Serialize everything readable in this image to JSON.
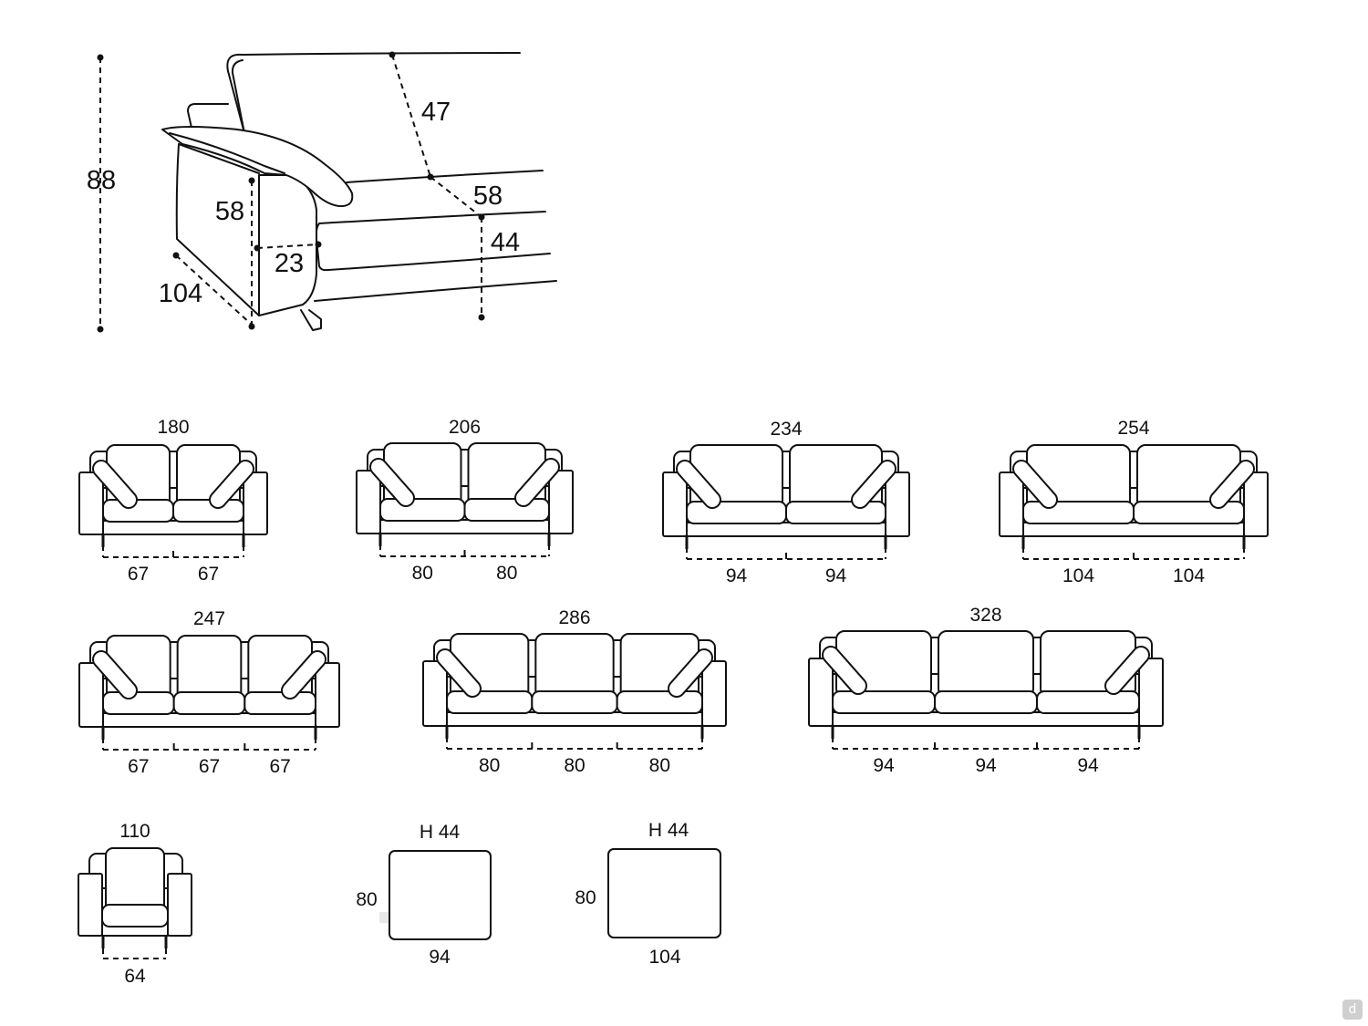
{
  "perspective_view": {
    "total_height": "88",
    "back_height": "47",
    "seat_depth": "58",
    "seat_height": "44",
    "arm_height": "58",
    "arm_width": "23",
    "depth": "104"
  },
  "sofas": [
    {
      "width": "180",
      "seat_widths": [
        "67",
        "67"
      ]
    },
    {
      "width": "206",
      "seat_widths": [
        "80",
        "80"
      ]
    },
    {
      "width": "234",
      "seat_widths": [
        "94",
        "94"
      ]
    },
    {
      "width": "254",
      "seat_widths": [
        "104",
        "104"
      ]
    },
    {
      "width": "247",
      "seat_widths": [
        "67",
        "67",
        "67"
      ]
    },
    {
      "width": "286",
      "seat_widths": [
        "80",
        "80",
        "80"
      ]
    },
    {
      "width": "328",
      "seat_widths": [
        "94",
        "94",
        "94"
      ]
    }
  ],
  "armchair": {
    "width": "110",
    "seat_width": "64"
  },
  "ottomans": [
    {
      "height": "H 44",
      "depth": "80",
      "width": "94"
    },
    {
      "height": "H 44",
      "depth": "80",
      "width": "104"
    }
  ],
  "corner_badge": "d"
}
